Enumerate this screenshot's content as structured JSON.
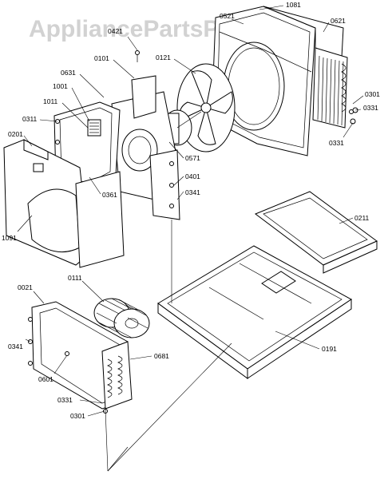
{
  "watermark": "AppliancePartsPros.com",
  "callouts": {
    "c1081": "1081",
    "c0521": "0521",
    "c0621": "0621",
    "c0421": "0421",
    "c0101": "0101",
    "c0121": "0121",
    "c0631": "0631",
    "c1001": "1001",
    "c1011": "1011",
    "c0311": "0311",
    "c0201": "0201",
    "c0301_top": "0301",
    "c0331_top_a": "0331",
    "c0331_top_b": "0331",
    "c0571": "0571",
    "c0401": "0401",
    "c0341_top": "0341",
    "c0361": "0361",
    "c1091": "1091",
    "c0211": "0211",
    "c0021": "0021",
    "c0111": "0111",
    "c0341_bottom": "0341",
    "c0681": "0681",
    "c0601": "0601",
    "c0331_bottom": "0331",
    "c0301_bottom": "0301",
    "c0191": "0191"
  }
}
